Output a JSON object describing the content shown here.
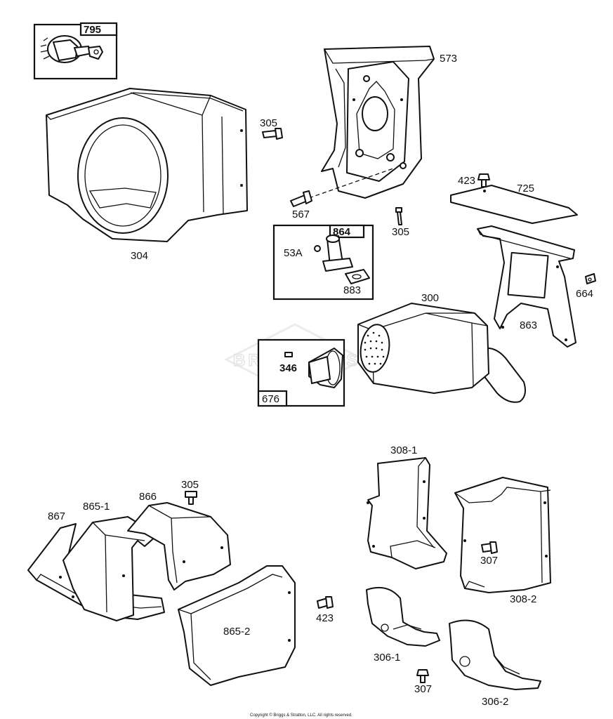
{
  "labels": {
    "p795": "795",
    "p304": "304",
    "p305a": "305",
    "p573": "573",
    "p567": "567",
    "p305b": "305",
    "p423a": "423",
    "p725": "725",
    "p864": "864",
    "p53a": "53A",
    "p883": "883",
    "p664": "664",
    "p863": "863",
    "p300": "300",
    "p346": "346",
    "p676": "676",
    "p308_1": "308-1",
    "p305c": "305",
    "p866": "866",
    "p865_1": "865-1",
    "p867": "867",
    "p307a": "307",
    "p308_2": "308-2",
    "p423b": "423",
    "p865_2": "865-2",
    "p306_1": "306-1",
    "p307b": "307",
    "p306_2": "306-2"
  },
  "watermark": "BRIGGS & STRATTON",
  "copyright": "Copyright © Briggs & Stratton, LLC. All rights reserved."
}
